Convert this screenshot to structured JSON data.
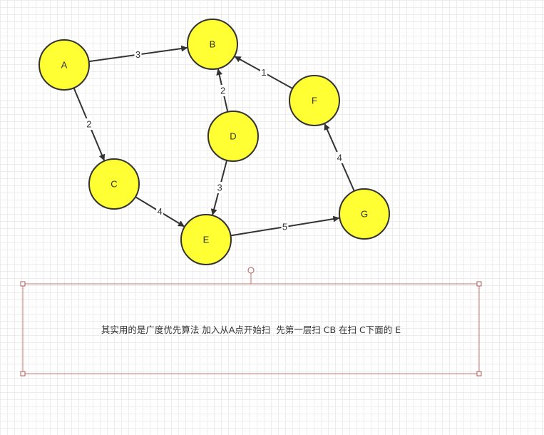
{
  "diagram": {
    "nodes": [
      {
        "id": "A",
        "label": "A"
      },
      {
        "id": "B",
        "label": "B"
      },
      {
        "id": "C",
        "label": "C"
      },
      {
        "id": "D",
        "label": "D"
      },
      {
        "id": "E",
        "label": "E"
      },
      {
        "id": "F",
        "label": "F"
      },
      {
        "id": "G",
        "label": "G"
      }
    ],
    "edges": [
      {
        "from": "A",
        "to": "B",
        "label": "3"
      },
      {
        "from": "A",
        "to": "C",
        "label": "2"
      },
      {
        "from": "D",
        "to": "B",
        "label": "2"
      },
      {
        "from": "F",
        "to": "B",
        "label": "1"
      },
      {
        "from": "D",
        "to": "E",
        "label": "3"
      },
      {
        "from": "C",
        "to": "E",
        "label": "4"
      },
      {
        "from": "E",
        "to": "G",
        "label": "5"
      },
      {
        "from": "G",
        "to": "F",
        "label": "4"
      }
    ],
    "node_fill": "#ffff33",
    "node_stroke": "#333333",
    "edge_color": "#333333"
  },
  "note": {
    "text": "其实用的是广度优先算法 加入从A点开始扫  先第一层扫 CB 在扫 C下面的 E",
    "border_color": "#b85450"
  }
}
